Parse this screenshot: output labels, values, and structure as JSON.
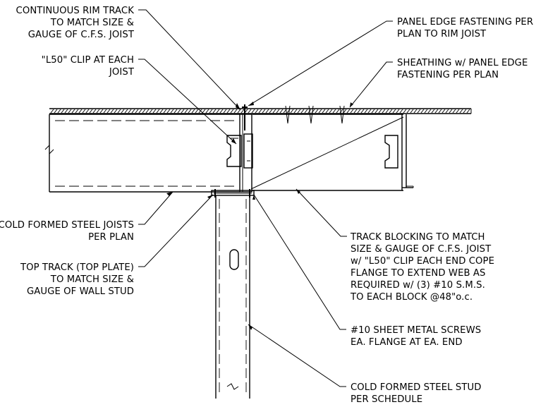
{
  "notes": {
    "rim_track": [
      "CONTINUOUS RIM TRACK",
      "TO MATCH SIZE &",
      "GAUGE OF C.F.S. JOIST"
    ],
    "l50_clip": [
      "\"L50\" CLIP AT EACH",
      "JOIST"
    ],
    "cfs_joists": [
      "COLD FORMED STEEL JOISTS",
      "PER PLAN"
    ],
    "top_track": [
      "TOP TRACK (TOP PLATE)",
      "TO MATCH SIZE &",
      "GAUGE OF WALL STUD"
    ],
    "panel_edge_fastening": [
      "PANEL EDGE FASTENING PER",
      "PLAN TO RIM JOIST"
    ],
    "sheathing": [
      "SHEATHING w/ PANEL EDGE",
      "FASTENING PER PLAN"
    ],
    "track_blocking": [
      "TRACK BLOCKING TO MATCH",
      "SIZE & GAUGE OF C.F.S. JOIST",
      "w/ \"L50\" CLIP EACH END COPE",
      "FLANGE TO EXTEND WEB AS",
      "REQUIRED w/ (3) #10 S.M.S.",
      "TO EACH BLOCK @48\"o.c."
    ],
    "sheet_metal_screws": [
      "#10 SHEET METAL SCREWS",
      "EA. FLANGE AT EA. END"
    ],
    "cfs_stud": [
      "COLD FORMED STEEL STUD",
      "PER SCHEDULE"
    ]
  }
}
